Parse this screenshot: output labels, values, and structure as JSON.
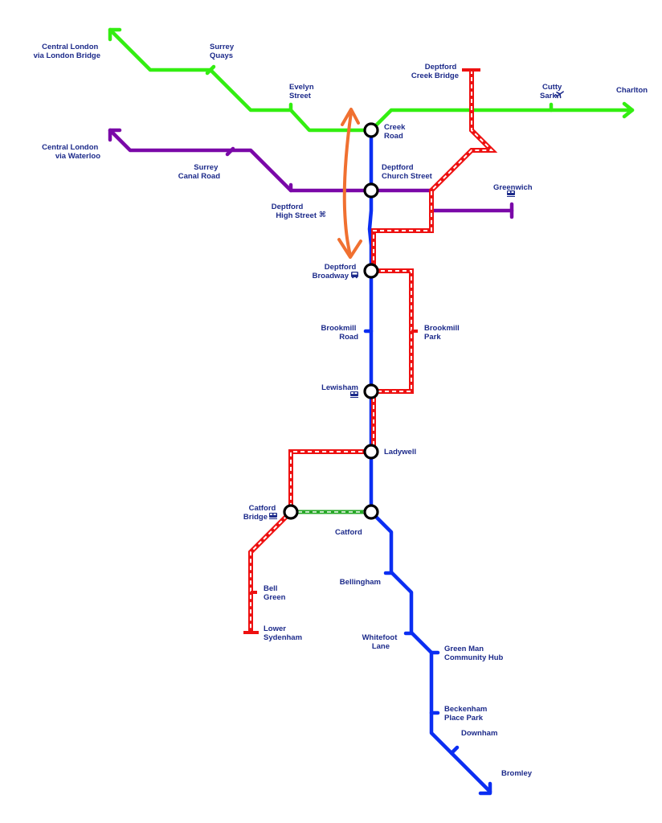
{
  "colors": {
    "green_line": "#33ee11",
    "purple_line": "#7a08a8",
    "blue_line": "#0b2ef2",
    "red_line": "#ee1111",
    "orange_route": "#f07030",
    "label": "#1c2a8a",
    "catford_link": "#28a828"
  },
  "labels": {
    "central_london_london_bridge": [
      "Central London",
      "via London Bridge"
    ],
    "surrey_quays": [
      "Surrey",
      "Quays"
    ],
    "evelyn_street": [
      "Evelyn",
      "Street"
    ],
    "deptford_creek_bridge": [
      "Deptford",
      "Creek Bridge"
    ],
    "cutty_sark": [
      "Cutty",
      "Sark"
    ],
    "charlton": [
      "Charlton"
    ],
    "creek_road": [
      "Creek",
      "Road"
    ],
    "central_london_waterloo": [
      "Central London",
      "via Waterloo"
    ],
    "surrey_canal_road": [
      "Surrey",
      "Canal Road"
    ],
    "deptford_church_street": [
      "Deptford",
      "Church Street"
    ],
    "greenwich": [
      "Greenwich"
    ],
    "deptford_high_street": [
      "Deptford",
      "High Street"
    ],
    "deptford_broadway": [
      "Deptford",
      "Broadway"
    ],
    "brookmill_road": [
      "Brookmill",
      "Road"
    ],
    "brookmill_park": [
      "Brookmill",
      "Park"
    ],
    "lewisham": [
      "Lewisham"
    ],
    "ladywell": [
      "Ladywell"
    ],
    "catford_bridge": [
      "Catford",
      "Bridge"
    ],
    "catford": [
      "Catford"
    ],
    "bellingham": [
      "Bellingham"
    ],
    "bell_green": [
      "Bell",
      "Green"
    ],
    "whitefoot_lane": [
      "Whitefoot",
      "Lane"
    ],
    "green_man": [
      "Green Man",
      "Community Hub"
    ],
    "lower_sydenham": [
      "Lower",
      "Sydenham"
    ],
    "beckenham_place_park": [
      "Beckenham",
      "Place Park"
    ],
    "downham": [
      "Downham"
    ],
    "bromley": [
      "Bromley"
    ]
  },
  "icons": {
    "cutty_sark": "airplane-icon",
    "deptford_high_street": "command-icon",
    "deptford_broadway": "bus-icon",
    "greenwich": "train-icon",
    "lewisham": "train-icon",
    "catford_bridge": "train-icon"
  }
}
